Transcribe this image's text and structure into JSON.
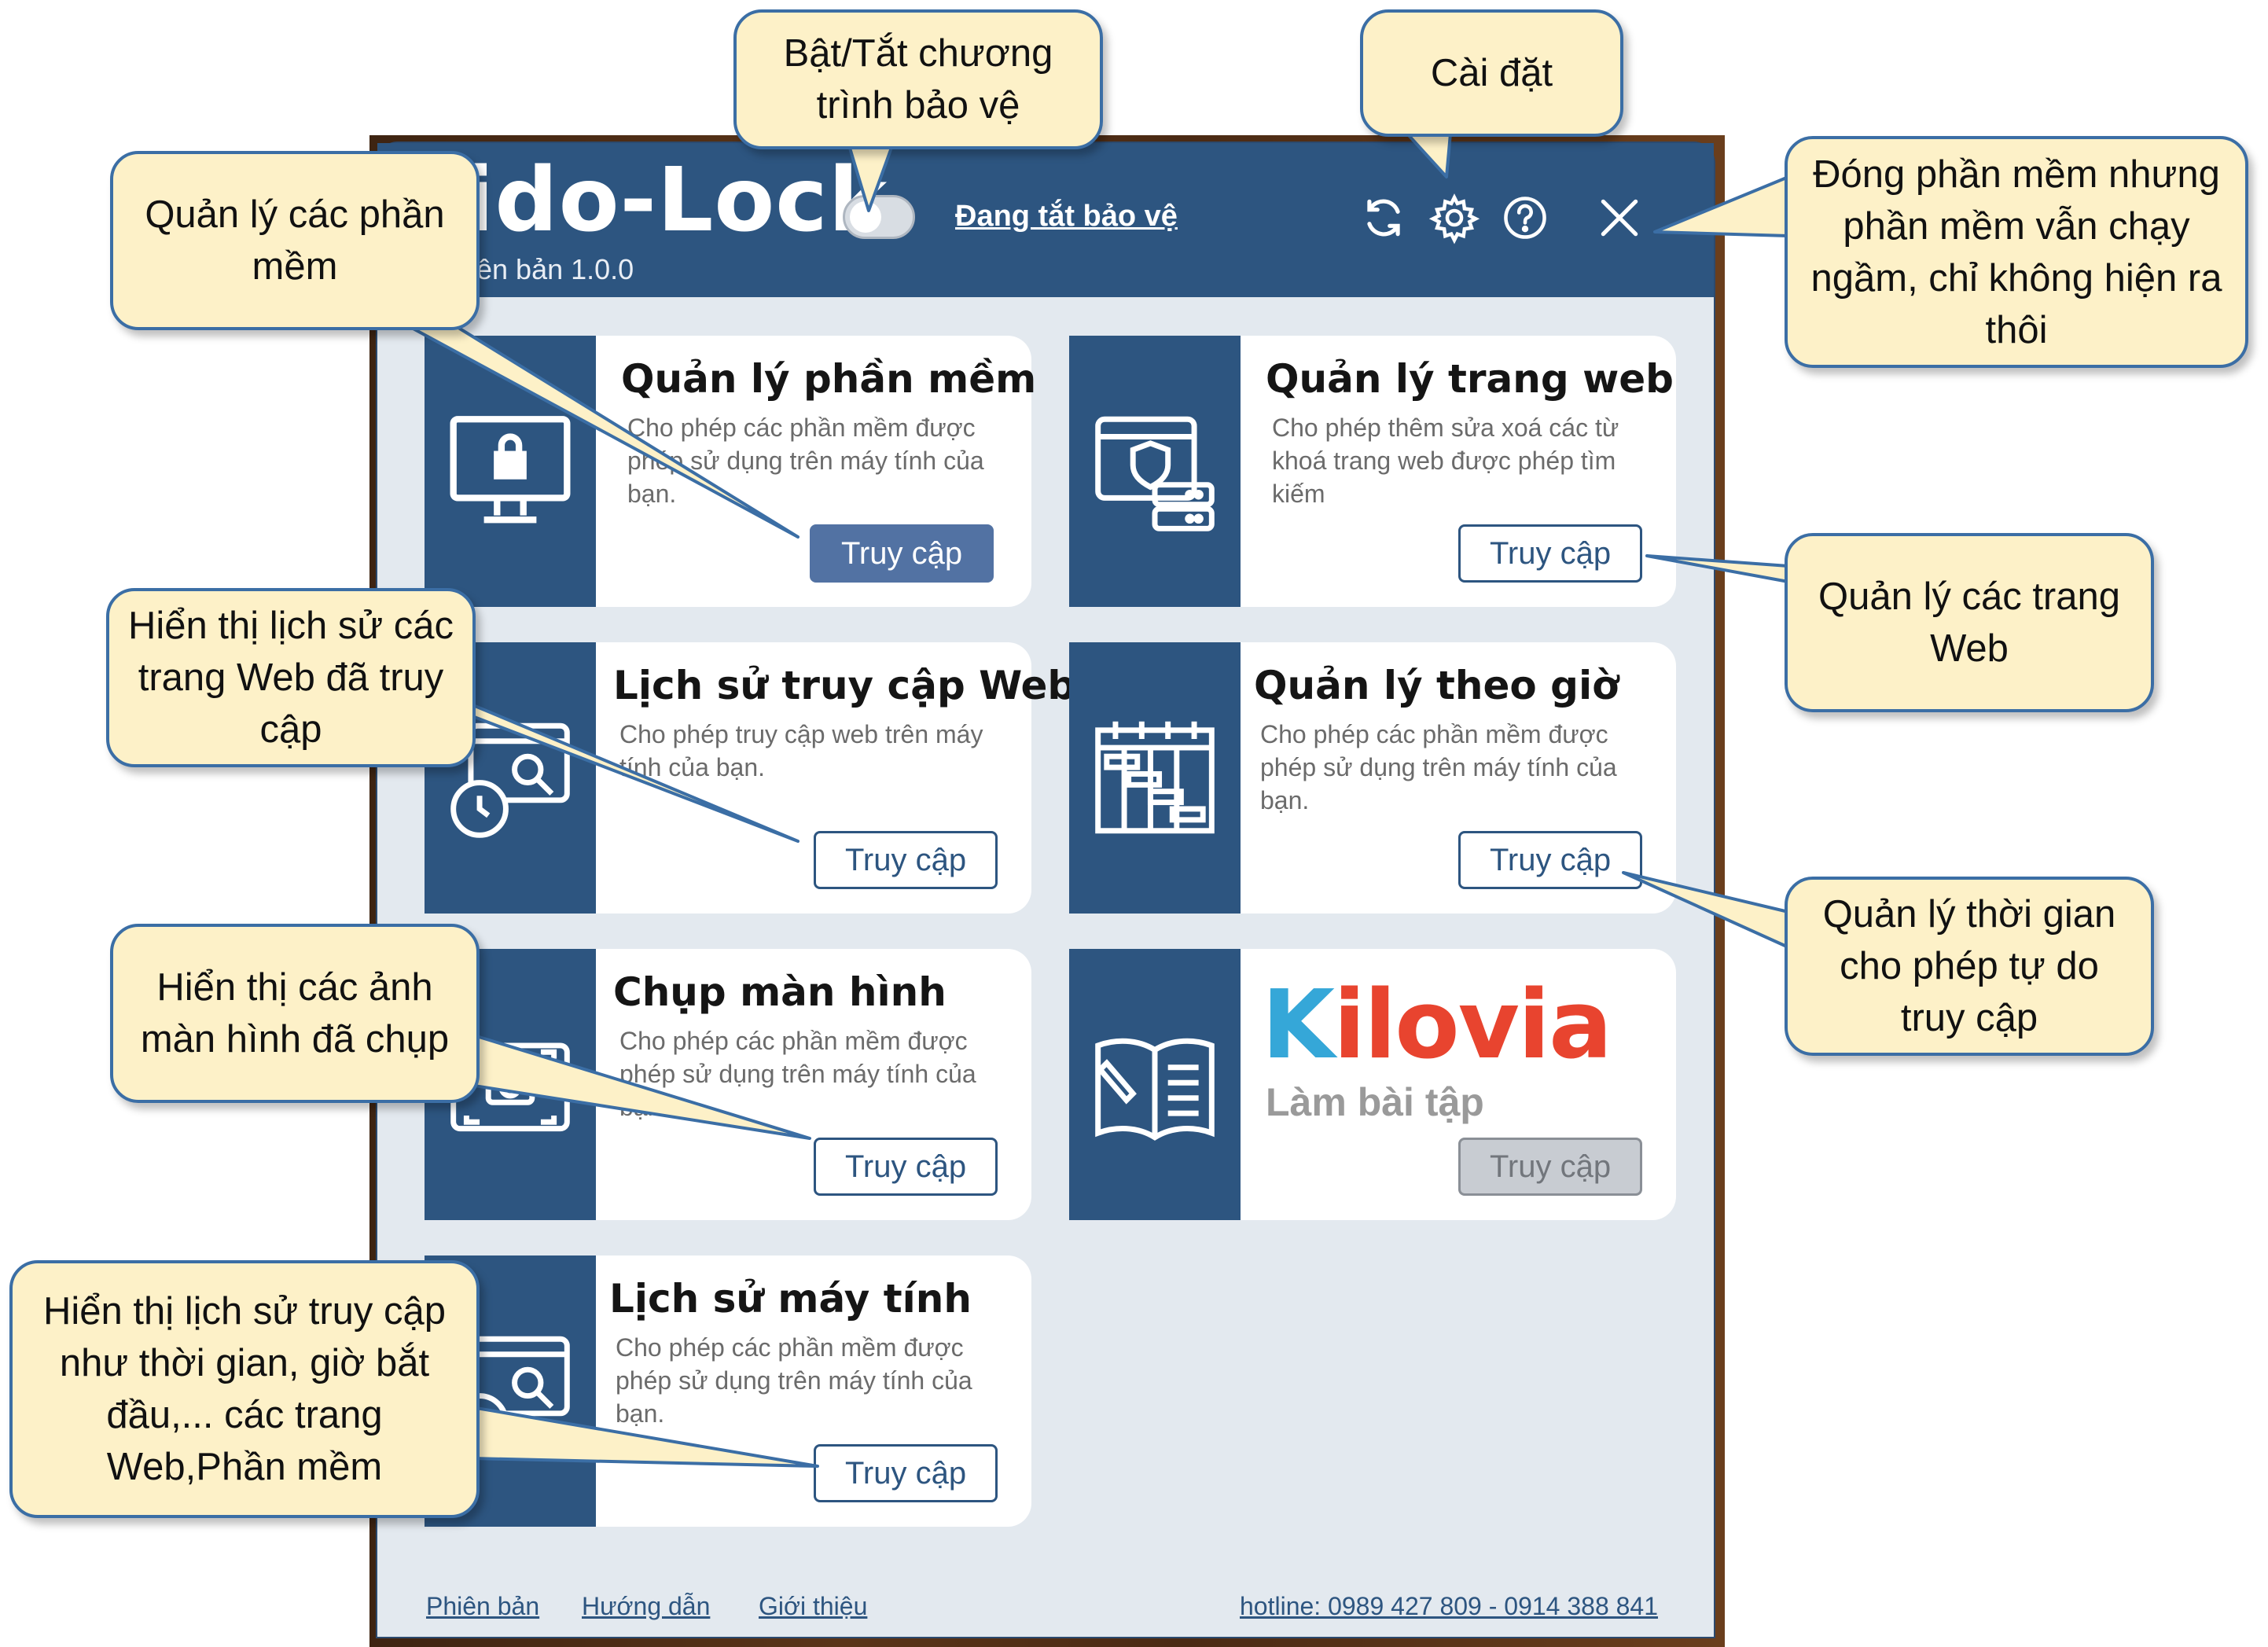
{
  "window": {
    "app_name": "ido-Lock",
    "version": "iên bản 1.0.0",
    "status_link": "Đang tắt bảo vệ"
  },
  "toolbar": {
    "icons": [
      "refresh-icon",
      "gear-icon",
      "help-icon",
      "close-icon"
    ]
  },
  "cards": [
    {
      "title": "Quản lý phần mềm",
      "desc": "Cho phép các phần mềm được phép sử dụng trên máy tính của bạn.",
      "button": "Truy cập",
      "icon": "monitor-lock-icon"
    },
    {
      "title": "Quản lý trang web",
      "desc": "Cho phép thêm sửa xoá các từ khoá trang web được phép tìm kiếm",
      "button": "Truy cập",
      "icon": "web-shield-server-icon"
    },
    {
      "title": "Lịch sử truy cập Web",
      "desc": "Cho phép truy cập web trên máy tính của bạn.",
      "button": "Truy cập",
      "icon": "clock-search-icon"
    },
    {
      "title": "Quản lý theo giờ",
      "desc": "Cho phép các phần mềm được phép sử dụng trên máy tính của bạn.",
      "button": "Truy cập",
      "icon": "gantt-schedule-icon"
    },
    {
      "title": "Chụp màn hình",
      "desc": "Cho phép các phần mềm được phép sử dụng trên máy tính của bạn.",
      "button": "Truy cập",
      "icon": "screenshot-camera-icon"
    },
    {
      "title": "",
      "desc": "",
      "button": "Truy cập",
      "icon": "open-book-pencil-icon",
      "brand": "Kilovia",
      "brand_sub": "Làm bài tập"
    },
    {
      "title": "Lịch sử máy tính",
      "desc": "Cho phép các phần mềm được phép sử dụng trên máy tính của bạn.",
      "button": "Truy cập",
      "icon": "browser-clock-search-icon"
    }
  ],
  "footer": {
    "links": [
      "Phiên bản",
      "Hướng dẫn",
      "Giới thiệu"
    ],
    "hotline": "hotline: 0989 427 809 -  0914 388 841"
  },
  "callouts": {
    "toggle": "Bật/Tắt chương trình bảo vệ",
    "settings": "Cài đặt",
    "close": "Đóng phần mềm nhưng phần mềm vẫn chạy ngầm, chỉ không hiện ra thôi",
    "apps": "Quản lý các phần mềm",
    "web": "Quản lý các trang Web",
    "web_history": "Hiển thị lịch sử các trang Web đã truy cập",
    "schedule": "Quản lý thời gian cho phép tự do truy cập",
    "screenshots": "Hiển thị các ảnh màn hình đã chụp",
    "pc_history": "Hiển thị lịch sử truy cập như thời gian, giờ bắt đầu,... các trang Web,Phần mềm"
  },
  "colors": {
    "primary": "#2d5580",
    "window_bg": "#e3e9ef",
    "callout_bg": "#fdf1c8",
    "callout_border": "#3b6ea5",
    "brand_red": "#e8442f",
    "brand_blue": "#35a7d8"
  }
}
